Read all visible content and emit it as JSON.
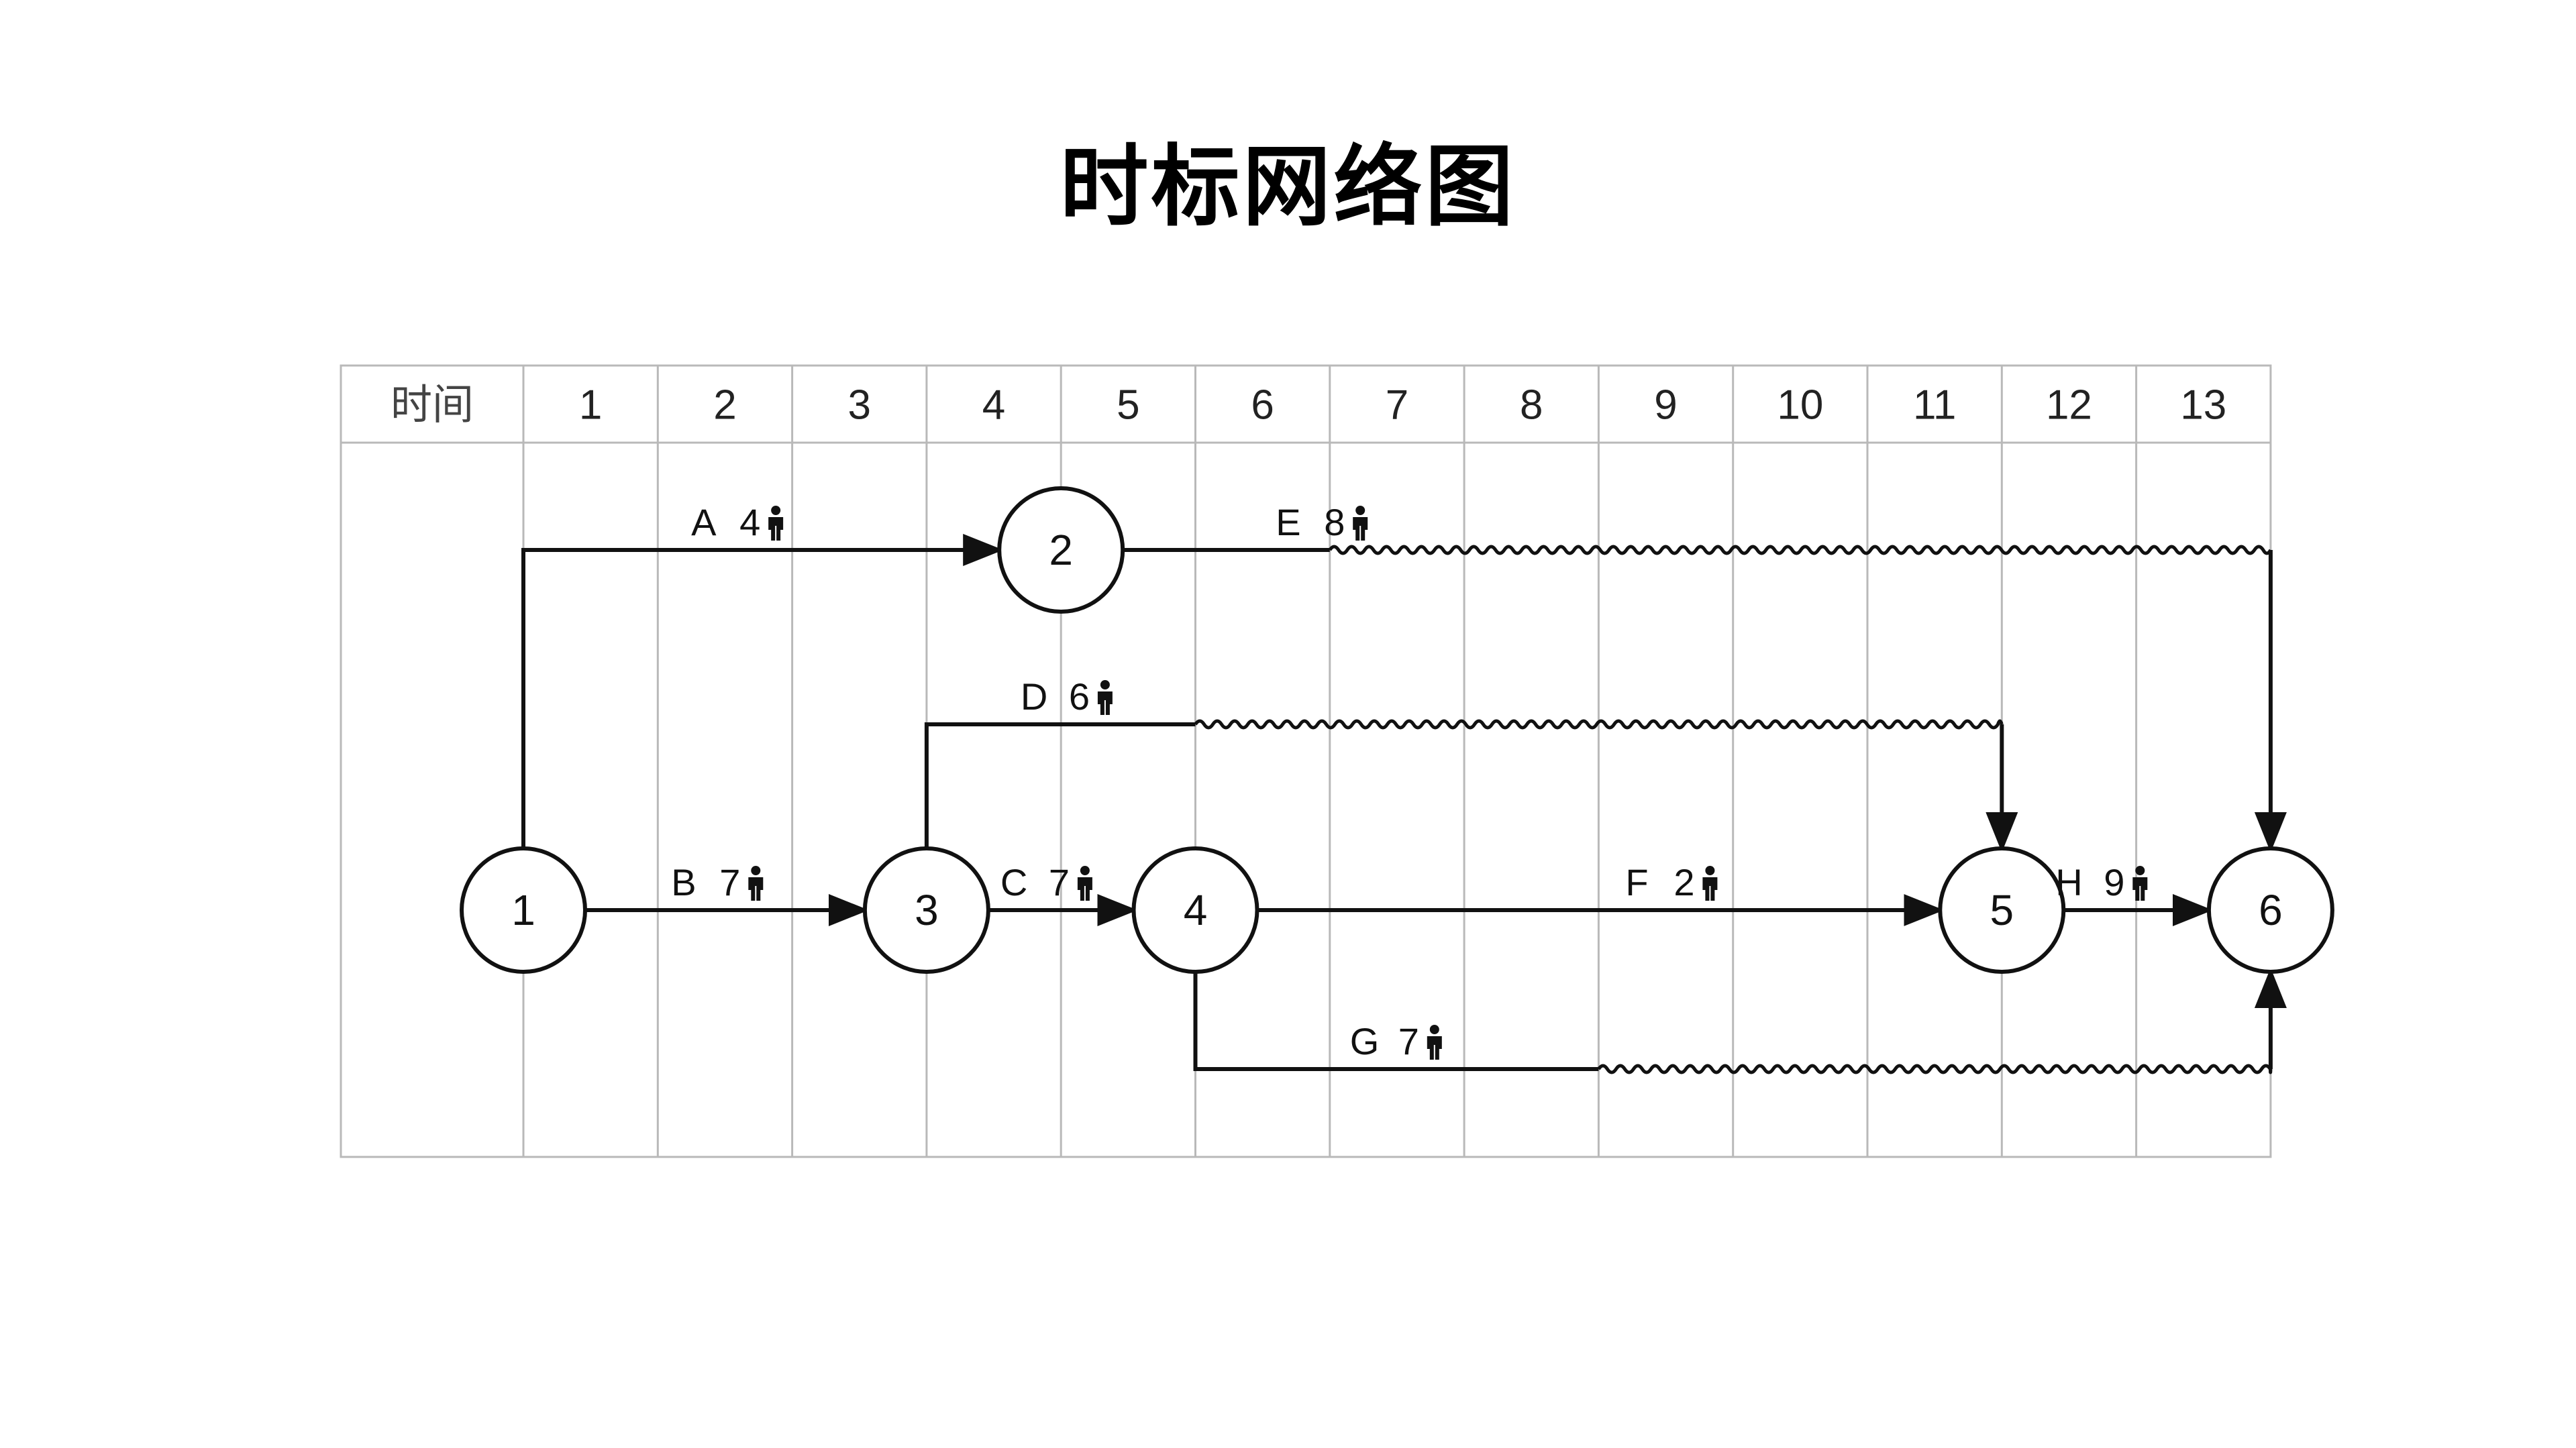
{
  "title": "时标网络图",
  "header": {
    "time_label": "时间",
    "periods": [
      "1",
      "2",
      "3",
      "4",
      "5",
      "6",
      "7",
      "8",
      "9",
      "10",
      "11",
      "12",
      "13"
    ]
  },
  "nodes": [
    {
      "id": "1",
      "label": "1",
      "time": 0
    },
    {
      "id": "2",
      "label": "2",
      "time": 4
    },
    {
      "id": "3",
      "label": "3",
      "time": 3
    },
    {
      "id": "4",
      "label": "4",
      "time": 5
    },
    {
      "id": "5",
      "label": "5",
      "time": 11
    },
    {
      "id": "6",
      "label": "6",
      "time": 13
    }
  ],
  "activities": [
    {
      "name": "A",
      "workers": "4",
      "from": "1",
      "to": "2",
      "duration": 4,
      "float": 0
    },
    {
      "name": "B",
      "workers": "7",
      "from": "1",
      "to": "3",
      "duration": 3,
      "float": 0
    },
    {
      "name": "C",
      "workers": "7",
      "from": "3",
      "to": "4",
      "duration": 2,
      "float": 0
    },
    {
      "name": "D",
      "workers": "6",
      "from": "3",
      "to": "5",
      "duration": 2,
      "float": 6
    },
    {
      "name": "E",
      "workers": "8",
      "from": "2",
      "to": "6",
      "duration": 2,
      "float": 7
    },
    {
      "name": "F",
      "workers": "2",
      "from": "4",
      "to": "5",
      "duration": 6,
      "float": 0
    },
    {
      "name": "G",
      "workers": "7",
      "from": "4",
      "to": "6",
      "duration": 3,
      "float": 5
    },
    {
      "name": "H",
      "workers": "9",
      "from": "5",
      "to": "6",
      "duration": 2,
      "float": 0
    }
  ],
  "icons": {
    "worker": "person-icon"
  }
}
